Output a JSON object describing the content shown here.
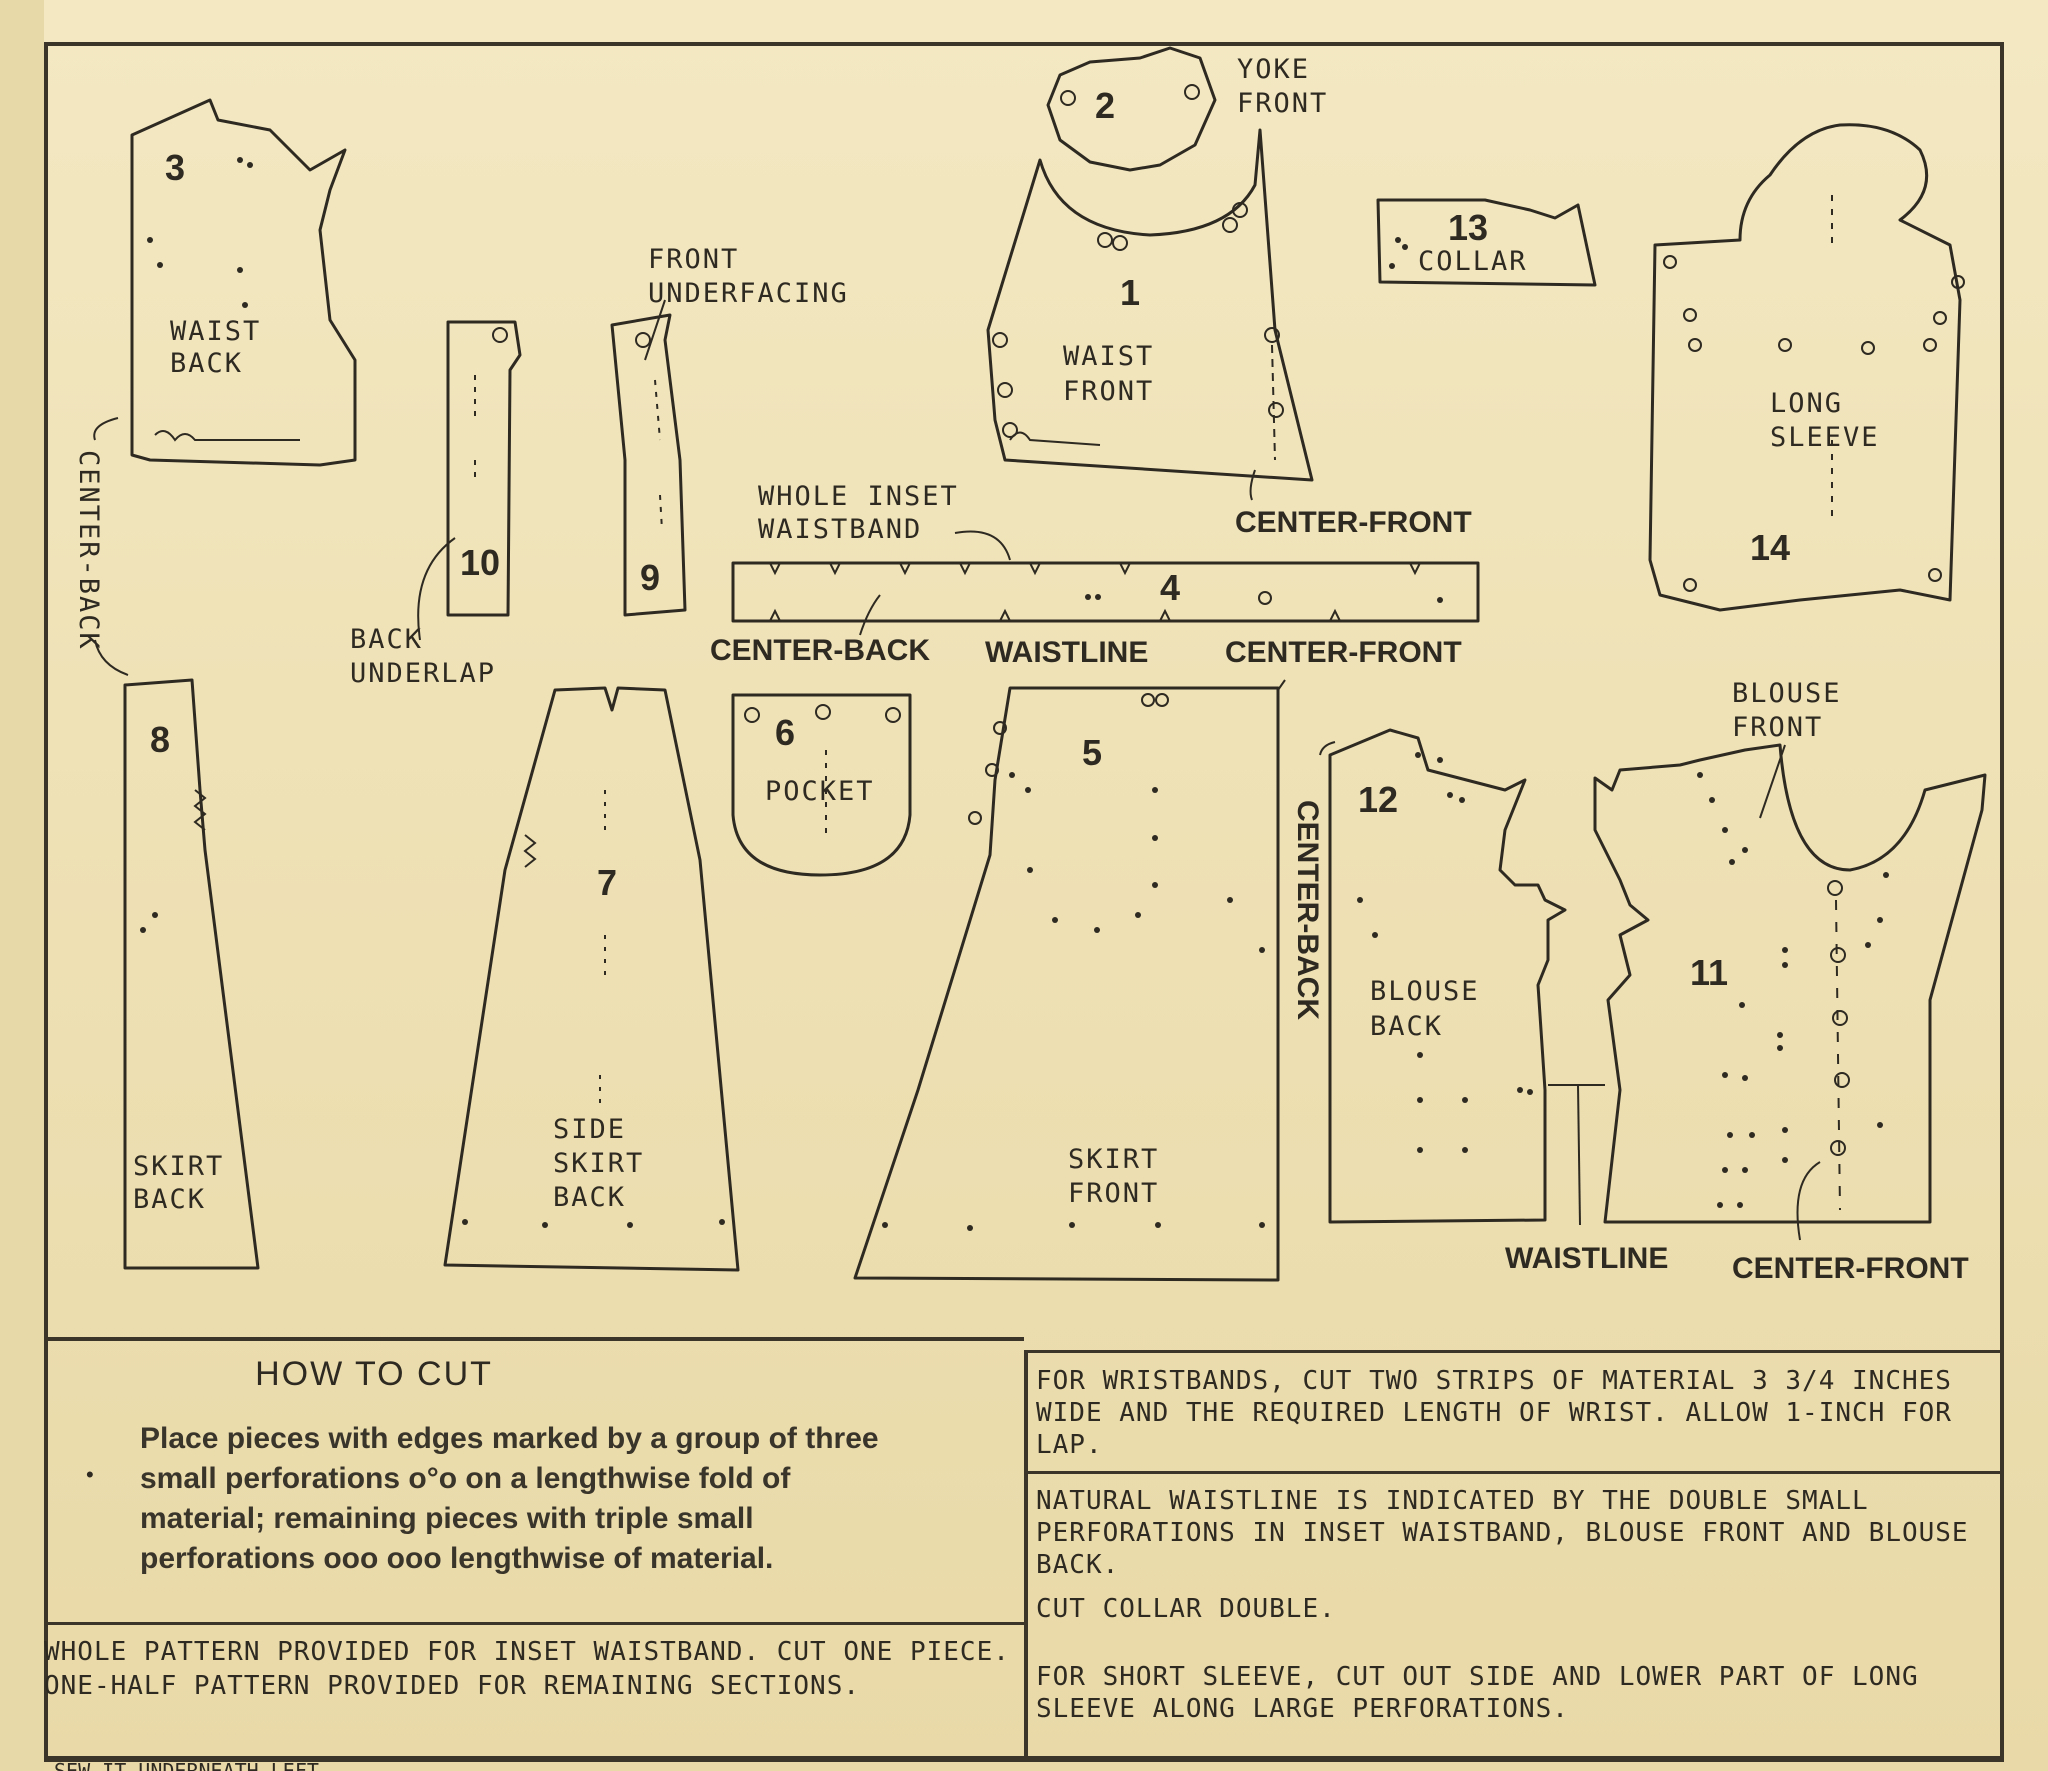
{
  "pieces": {
    "yoke_front": {
      "num": "2",
      "label1": "YOKE",
      "label2": "FRONT"
    },
    "waist_back": {
      "num": "3",
      "label1": "WAIST",
      "label2": "BACK"
    },
    "waist_front": {
      "num": "1",
      "label1": "WAIST",
      "label2": "FRONT"
    },
    "collar": {
      "num": "13",
      "label": "COLLAR"
    },
    "long_sleeve": {
      "num": "14",
      "label1": "LONG",
      "label2": "SLEEVE"
    },
    "front_underfacing": {
      "num": "9",
      "label1": "FRONT",
      "label2": "UNDERFACING"
    },
    "back_underlap": {
      "num": "10",
      "label1": "BACK",
      "label2": "UNDERLAP"
    },
    "inset_waistband": {
      "num": "4",
      "label1": "WHOLE INSET",
      "label2": "WAISTBAND"
    },
    "skirt_back": {
      "num": "8",
      "label1": "SKIRT",
      "label2": "BACK"
    },
    "side_skirt_back": {
      "num": "7",
      "label1": "SIDE",
      "label2": "SKIRT",
      "label3": "BACK"
    },
    "pocket": {
      "num": "6",
      "label": "POCKET"
    },
    "skirt_front": {
      "num": "5",
      "label1": "SKIRT",
      "label2": "FRONT"
    },
    "blouse_back": {
      "num": "12",
      "label1": "BLOUSE",
      "label2": "BACK"
    },
    "blouse_front": {
      "num": "11",
      "label1": "BLOUSE",
      "label2": "FRONT"
    }
  },
  "markers": {
    "center_back_vertical": "CENTER-BACK",
    "center_front_waist": "CENTER-FRONT",
    "center_back_band": "CENTER-BACK",
    "waistline_band": "WAISTLINE",
    "center_front_band": "CENTER-FRONT",
    "center_back_blouse": "CENTER-BACK",
    "waistline_blouse": "WAISTLINE",
    "center_front_blouse": "CENTER-FRONT"
  },
  "how_to_cut": {
    "title": "HOW TO CUT",
    "body": "Place pieces with edges marked by a group of three small perforations o°o on a lengthwise fold of material; remaining pieces with triple small perforations ooo ooo lengthwise of material."
  },
  "notes": {
    "whole_pattern": "WHOLE PATTERN PROVIDED FOR INSET WAISTBAND. CUT ONE PIECE. ONE-HALF PATTERN PROVIDED FOR REMAINING SECTIONS.",
    "wristbands": "FOR WRISTBANDS, CUT TWO STRIPS OF MATERIAL 3 3/4 INCHES WIDE AND THE REQUIRED LENGTH OF WRIST. ALLOW 1-INCH FOR LAP.",
    "waistline": "NATURAL WAISTLINE IS INDICATED BY THE DOUBLE SMALL PERFORATIONS IN INSET WAISTBAND, BLOUSE FRONT AND BLOUSE BACK.",
    "collar": "CUT COLLAR DOUBLE.",
    "short_sleeve": "FOR SHORT SLEEVE, CUT OUT SIDE AND LOWER PART OF LONG SLEEVE ALONG LARGE PERFORATIONS."
  },
  "footer_fragment": "SEW IT UNDERNEATH LEFT"
}
